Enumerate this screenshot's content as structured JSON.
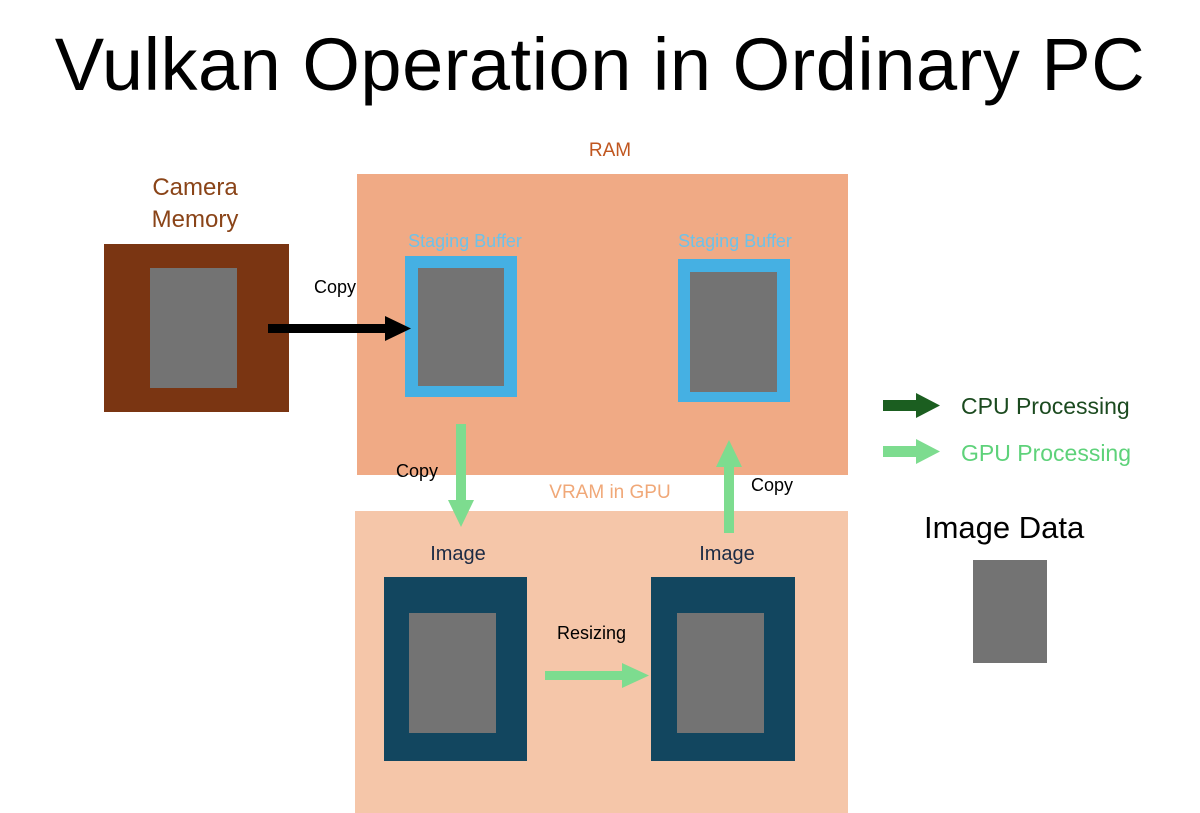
{
  "title": "Vulkan Operation in Ordinary PC",
  "camera": {
    "label_line1": "Camera",
    "label_line2": "Memory"
  },
  "ram": {
    "label": "RAM"
  },
  "staging_buffers": [
    {
      "label": "Staging Buffer"
    },
    {
      "label": "Staging Buffer"
    }
  ],
  "vram": {
    "label": "VRAM in GPU"
  },
  "images": [
    {
      "label": "Image"
    },
    {
      "label": "Image"
    }
  ],
  "edges": {
    "camera_to_staging": "Copy",
    "staging_to_image": "Copy",
    "image_to_staging": "Copy",
    "image_resize": "Resizing"
  },
  "legend": {
    "cpu": "CPU Processing",
    "gpu": "GPU Processing",
    "image_data": "Image Data"
  },
  "colors": {
    "cpu_arrow": "#1b5e20",
    "gpu_arrow": "#7ddc8f",
    "camera_arrow": "#000000",
    "ram_fill": "#f0aa85",
    "vram_fill": "#f5c6a9",
    "staging_fill": "#45b0e3",
    "image_fill": "#12465f",
    "image_data_fill": "#737373",
    "camera_fill": "#7a3512"
  }
}
